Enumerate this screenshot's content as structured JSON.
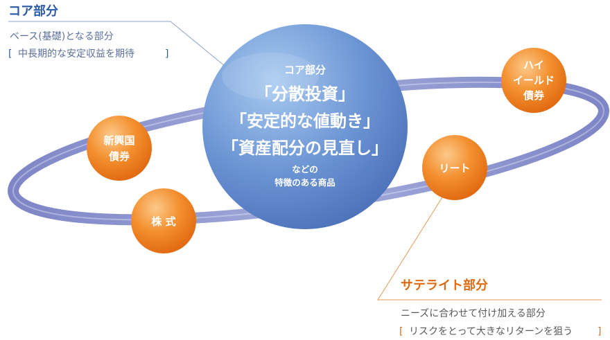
{
  "core": {
    "title": "コア部分",
    "description": "ベース(基礎)となる部分",
    "aim": "中長期的な安定収益を期待"
  },
  "satellite": {
    "title": "サテライト部分",
    "description": "ニーズに合わせて付け加える部分",
    "aim": "リスクをとって大きなリターンを狙う"
  },
  "center": {
    "label": "コア部分",
    "features": [
      "「分散投資」",
      "「安定的な値動き」",
      "「資産配分の見直し」"
    ],
    "note_line1": "などの",
    "note_line2": "特徴のある商品"
  },
  "satellites": {
    "high_yield": [
      "ハイ",
      "イールド",
      "債券"
    ],
    "emerging": [
      "新興国",
      "債券"
    ],
    "reit": [
      "リート"
    ],
    "stocks": [
      "株 式"
    ]
  },
  "colors": {
    "core_accent": "#2d5aa8",
    "satellite_accent": "#e06a10",
    "ring": "#7b86c8",
    "center_sphere": "#5b86cc",
    "satellite_ball": "#f08a2a"
  }
}
